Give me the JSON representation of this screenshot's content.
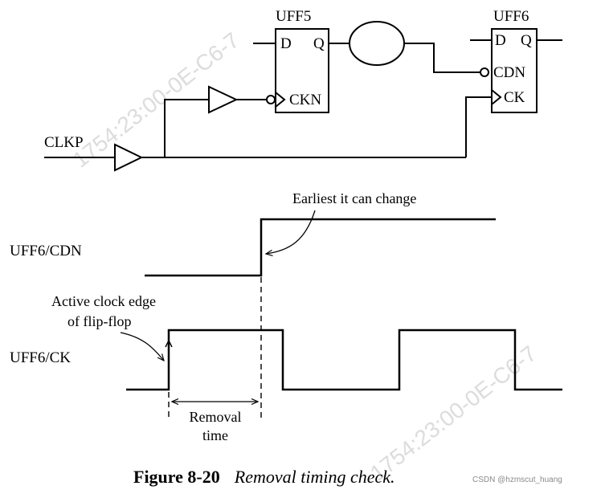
{
  "circuit": {
    "uff5_label": "UFF5",
    "uff6_label": "UFF6",
    "uff5_d": "D",
    "uff5_q": "Q",
    "uff5_ckn": "CKN",
    "uff6_d": "D",
    "uff6_q": "Q",
    "uff6_cdn": "CDN",
    "uff6_ck": "CK",
    "clkp_label": "CLKP"
  },
  "waveform": {
    "cdn_label": "UFF6/CDN",
    "ck_label": "UFF6/CK",
    "earliest_annotation": "Earliest it can change",
    "active_edge_line1": "Active clock edge",
    "active_edge_line2": "of flip-flop",
    "removal_line1": "Removal",
    "removal_line2": "time"
  },
  "caption": {
    "number": "Figure 8-20",
    "title": "Removal timing check."
  },
  "watermark": {
    "text": "1754:23:00-0E-C6-7",
    "csdn": "CSDN @hzmscut_huang"
  }
}
